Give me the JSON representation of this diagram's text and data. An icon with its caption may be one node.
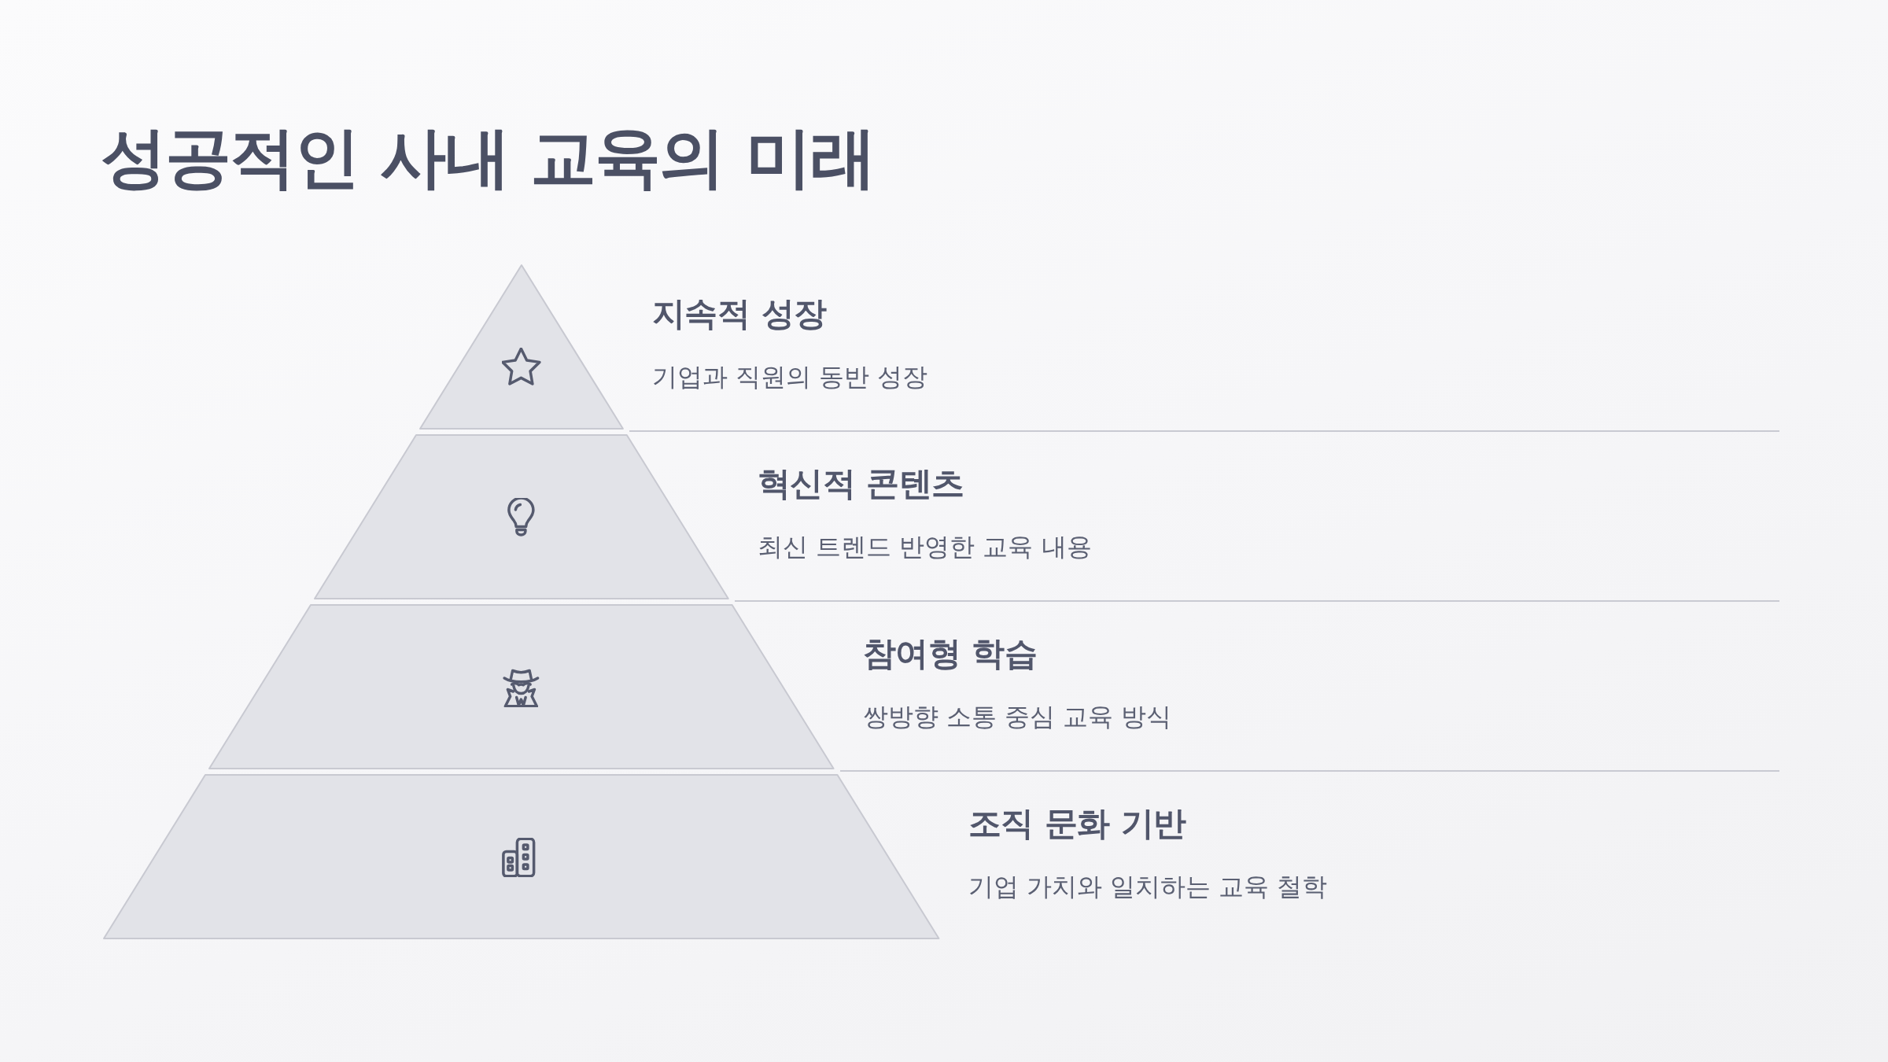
{
  "diagram": {
    "title": "성공적인 사내 교육의 미래",
    "nodes": [
      {
        "text": [
          "지속적 성장",
          "기업과 직원의 동반 성장"
        ]
      },
      {
        "text": [
          "혁신적 콘텐츠",
          "최신 트렌드 반영한 교육 내용"
        ]
      },
      {
        "text": [
          "참여형 학습",
          "쌍방향 소통 중심 교육 방식"
        ]
      },
      {
        "text": [
          "조직 문화 기반",
          "기업 가치와 일치하는 교육 철학"
        ]
      }
    ]
  }
}
